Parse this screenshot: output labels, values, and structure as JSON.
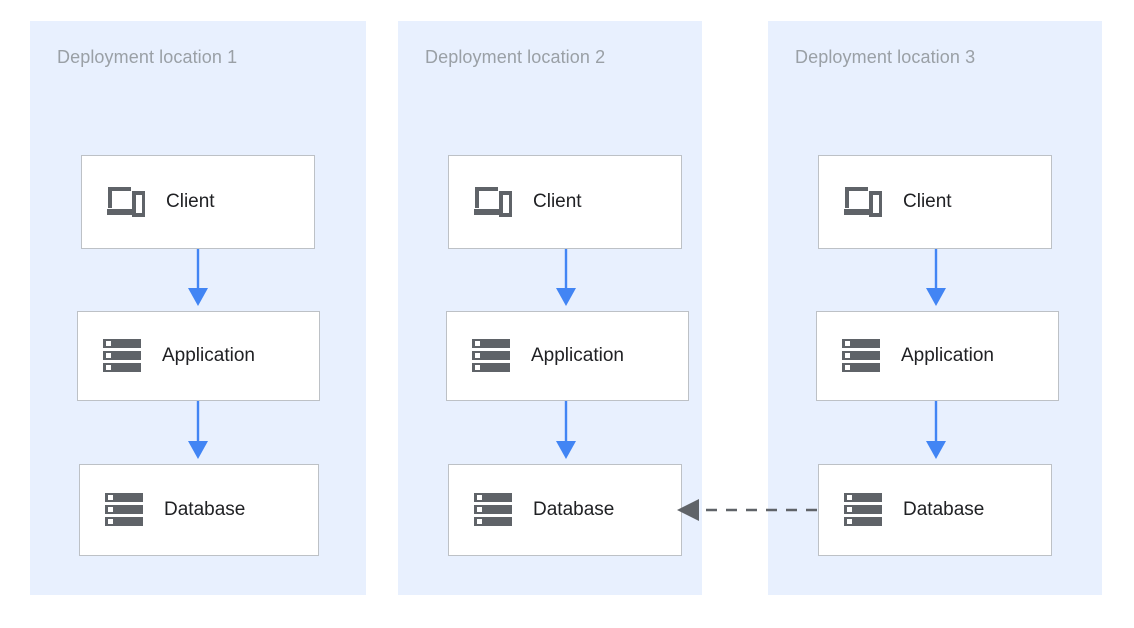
{
  "diagram": {
    "title_text": "",
    "background_color": "#ffffff",
    "panel_color": "#e8f0fe",
    "panel_title_color": "#9aa0a6",
    "node_fill": "#ffffff",
    "node_border": "#bdc1c6",
    "node_label_color": "#202124",
    "icon_color": "#5f6368",
    "arrow_color": "#4285f4",
    "replication_arrow_color": "#5f6368"
  },
  "panels": [
    {
      "title": "Deployment location 1",
      "nodes": [
        {
          "label": "Client",
          "icon": "devices-icon"
        },
        {
          "label": "Application",
          "icon": "server-icon"
        },
        {
          "label": "Database",
          "icon": "server-icon"
        }
      ]
    },
    {
      "title": "Deployment location 2",
      "nodes": [
        {
          "label": "Client",
          "icon": "devices-icon"
        },
        {
          "label": "Application",
          "icon": "server-icon"
        },
        {
          "label": "Database",
          "icon": "server-icon"
        }
      ]
    },
    {
      "title": "Deployment location 3",
      "nodes": [
        {
          "label": "Client",
          "icon": "devices-icon"
        },
        {
          "label": "Application",
          "icon": "server-icon"
        },
        {
          "label": "Database",
          "icon": "server-icon"
        }
      ]
    }
  ],
  "connections": [
    {
      "name": "client-to-application-1",
      "style": "solid",
      "color": "#4285f4"
    },
    {
      "name": "application-to-database-1",
      "style": "solid",
      "color": "#4285f4"
    },
    {
      "name": "client-to-application-2",
      "style": "solid",
      "color": "#4285f4"
    },
    {
      "name": "application-to-database-2",
      "style": "solid",
      "color": "#4285f4"
    },
    {
      "name": "client-to-application-3",
      "style": "solid",
      "color": "#4285f4"
    },
    {
      "name": "application-to-database-3",
      "style": "solid",
      "color": "#4285f4"
    },
    {
      "name": "database3-to-database2-replication",
      "style": "dashed",
      "color": "#5f6368"
    }
  ]
}
